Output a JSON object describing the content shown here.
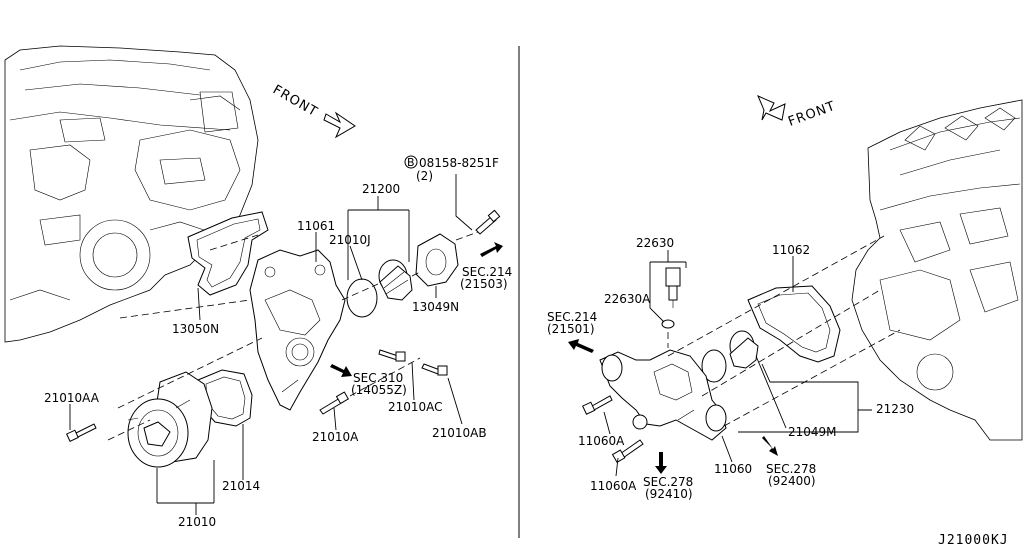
{
  "diagram": {
    "left": {
      "front_label": "FRONT",
      "parts": {
        "p21200": "21200",
        "p11061": "11061",
        "p21010J": "21010J",
        "bolt_ref": "08158-8251F",
        "bolt_ref_symbol": "B",
        "bolt_qty": "(2)",
        "sec214": "SEC.214",
        "sec214_sub": "(21503)",
        "p13049N": "13049N",
        "p13050N": "13050N",
        "sec310": "SEC.310",
        "sec310_sub": "(14055Z)",
        "p21010AA": "21010AA",
        "p21010AC": "21010AC",
        "p21010A": "21010A",
        "p21010AB": "21010AB",
        "p21014": "21014",
        "p21010": "21010"
      }
    },
    "right": {
      "front_label": "FRONT",
      "parts": {
        "p22630": "22630",
        "p22630A": "22630A",
        "p11062": "11062",
        "sec214": "SEC.214",
        "sec214_sub": "(21501)",
        "p21230": "21230",
        "p21049M": "21049M",
        "p11060A_1": "11060A",
        "p11060A_2": "11060A",
        "p11060": "11060",
        "sec278_a": "SEC.278",
        "sec278_a_sub": "(92410)",
        "sec278_b": "SEC.278",
        "sec278_b_sub": "(92400)"
      }
    },
    "code": "J21000KJ"
  }
}
